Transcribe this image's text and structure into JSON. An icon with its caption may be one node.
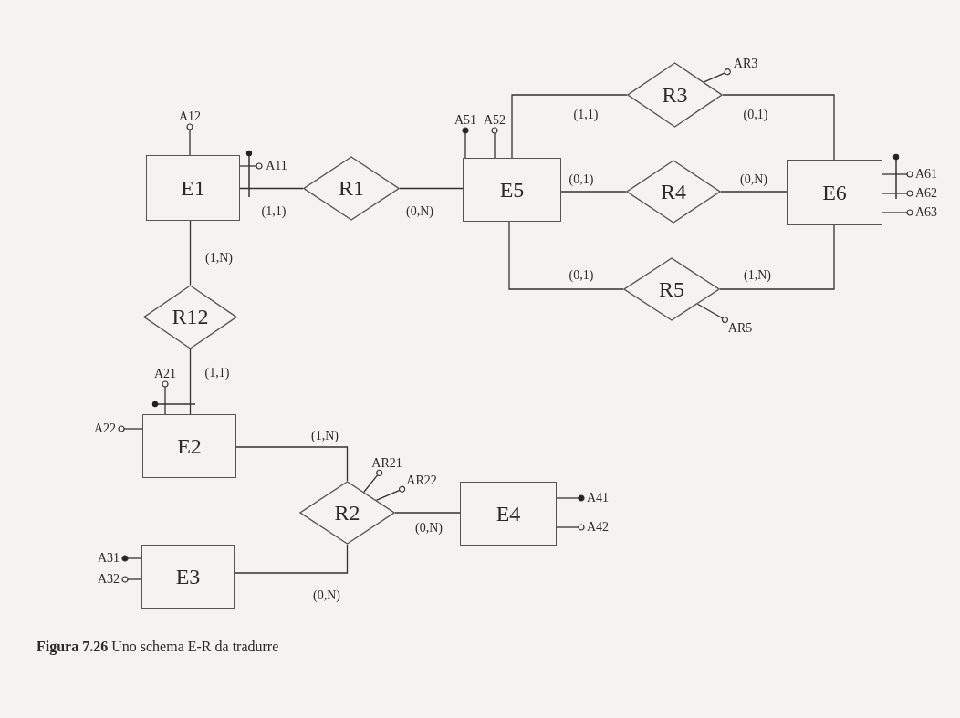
{
  "diagram": {
    "caption": "**Figura 7.26** Uno schema E-R da tradurre",
    "nodes": [
      {
        "text": [
          "E1"
        ]
      },
      {
        "text": [
          "R1"
        ]
      },
      {
        "text": [
          "E5"
        ]
      },
      {
        "text": [
          "R3"
        ]
      },
      {
        "text": [
          "R4"
        ]
      },
      {
        "text": [
          "R5"
        ]
      },
      {
        "text": [
          "E6"
        ]
      },
      {
        "text": [
          "R12"
        ]
      },
      {
        "text": [
          "E2"
        ]
      },
      {
        "text": [
          "R2"
        ]
      },
      {
        "text": [
          "E4"
        ]
      },
      {
        "text": [
          "E3"
        ]
      },
      {
        "text": [
          "A12"
        ]
      },
      {
        "text": [
          "A11"
        ]
      },
      {
        "text": [
          "A51"
        ]
      },
      {
        "text": [
          "A52"
        ]
      },
      {
        "text": [
          "AR3"
        ]
      },
      {
        "text": [
          "A61"
        ]
      },
      {
        "text": [
          "A62"
        ]
      },
      {
        "text": [
          "A63"
        ]
      },
      {
        "text": [
          "AR5"
        ]
      },
      {
        "text": [
          "A21"
        ]
      },
      {
        "text": [
          "A22"
        ]
      },
      {
        "text": [
          "AR21"
        ]
      },
      {
        "text": [
          "AR22"
        ]
      },
      {
        "text": [
          "A41"
        ]
      },
      {
        "text": [
          "A42"
        ]
      },
      {
        "text": [
          "A31"
        ]
      },
      {
        "text": [
          "A32"
        ]
      }
    ],
    "edges": [
      {
        "from": 0,
        "to": 1,
        "arrow": "none",
        "label": "(1,1)"
      },
      {
        "from": 1,
        "to": 2,
        "arrow": "none",
        "label": "(0,N)"
      },
      {
        "from": 2,
        "to": 3,
        "arrow": "none",
        "label": "(1,1)"
      },
      {
        "from": 3,
        "to": 6,
        "arrow": "none",
        "label": "(0,1)"
      },
      {
        "from": 2,
        "to": 4,
        "arrow": "none",
        "label": "(0,1)"
      },
      {
        "from": 4,
        "to": 6,
        "arrow": "none",
        "label": "(0,N)"
      },
      {
        "from": 2,
        "to": 5,
        "arrow": "none",
        "label": "(0,1)"
      },
      {
        "from": 5,
        "to": 6,
        "arrow": "none",
        "label": "(1,N)"
      },
      {
        "from": 0,
        "to": 7,
        "arrow": "none",
        "label": "(1,N)"
      },
      {
        "from": 7,
        "to": 8,
        "arrow": "none",
        "label": "(1,1)"
      },
      {
        "from": 8,
        "to": 9,
        "arrow": "none",
        "label": "(1,N)"
      },
      {
        "from": 9,
        "to": 10,
        "arrow": "none",
        "label": "(0,N)"
      },
      {
        "from": 11,
        "to": 9,
        "arrow": "none",
        "label": "(0,N)"
      },
      {
        "from": 0,
        "to": 12,
        "arrow": "other"
      },
      {
        "from": 0,
        "to": 13,
        "arrow": "other"
      },
      {
        "from": 2,
        "to": 14,
        "arrow": "other"
      },
      {
        "from": 2,
        "to": 15,
        "arrow": "other"
      },
      {
        "from": 3,
        "to": 16,
        "arrow": "other"
      },
      {
        "from": 6,
        "to": 17,
        "arrow": "other"
      },
      {
        "from": 6,
        "to": 18,
        "arrow": "other"
      },
      {
        "from": 6,
        "to": 19,
        "arrow": "other"
      },
      {
        "from": 5,
        "to": 20,
        "arrow": "other"
      },
      {
        "from": 8,
        "to": 21,
        "arrow": "other"
      },
      {
        "from": 8,
        "to": 22,
        "arrow": "other"
      },
      {
        "from": 9,
        "to": 23,
        "arrow": "other"
      },
      {
        "from": 9,
        "to": 24,
        "arrow": "other"
      },
      {
        "from": 10,
        "to": 25,
        "arrow": "other"
      },
      {
        "from": 10,
        "to": 26,
        "arrow": "other"
      },
      {
        "from": 11,
        "to": 27,
        "arrow": "other"
      },
      {
        "from": 11,
        "to": 28,
        "arrow": "other"
      }
    ]
  }
}
